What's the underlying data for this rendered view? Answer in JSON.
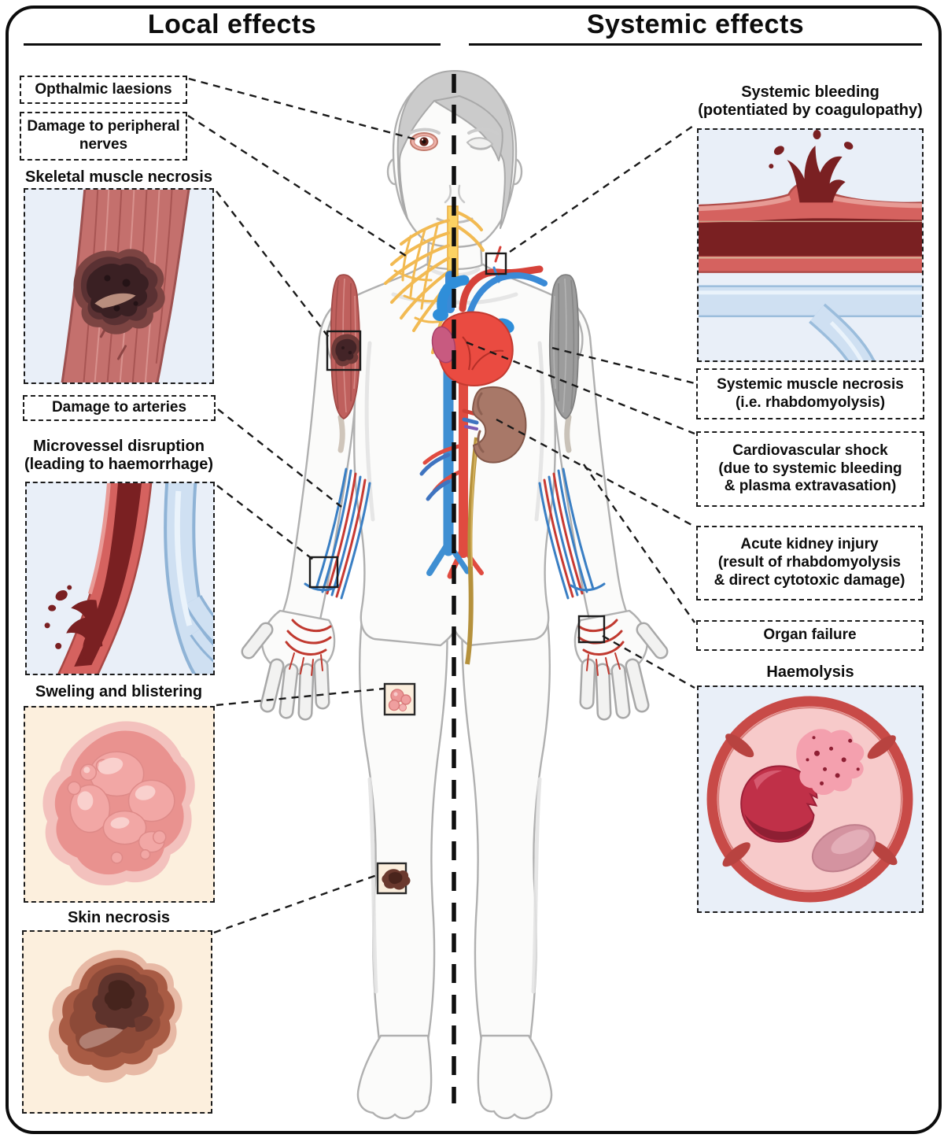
{
  "titles": {
    "local": "Local effects",
    "systemic": "Systemic effects"
  },
  "local": {
    "ophthalmic": [
      "Opthalmic laesions"
    ],
    "peripheral_nerves": [
      "Damage to peripheral",
      "nerves"
    ],
    "skeletal_muscle_necrosis": [
      "Skeletal muscle necrosis"
    ],
    "damage_to_arteries": [
      "Damage to arteries"
    ],
    "microvessel_disruption": [
      "Microvessel disruption",
      "(leading to haemorrhage)"
    ],
    "swelling_blistering": [
      "Sweling and blistering"
    ],
    "skin_necrosis": [
      "Skin necrosis"
    ]
  },
  "systemic": {
    "systemic_bleeding": [
      "Systemic bleeding",
      "(potentiated by coagulopathy)"
    ],
    "muscle_necrosis": [
      "Systemic muscle necrosis",
      "(i.e. rhabdomyolysis)"
    ],
    "cardiovascular_shock": [
      "Cardiovascular shock",
      "(due to systemic bleeding",
      "& plasma extravasation)"
    ],
    "acute_kidney_injury": [
      "Acute kidney injury",
      "(result of rhabdomyolysis",
      "& direct cytotoxic damage)"
    ],
    "organ_failure": [
      "Organ failure"
    ],
    "haemolysis": [
      "Haemolysis"
    ]
  },
  "palette": {
    "inset_blue_bg": "#e9eff8",
    "inset_cream_bg": "#fcefdd",
    "artery_wall_red": "#d5625f",
    "blood_dark_red": "#7a2022",
    "vein_light_blue": "#cfe0f2",
    "muscle_red": "#c4706d",
    "muscle_gray": "#9c9c9c",
    "necrosis_dark": "#3a2023",
    "nerve_yellow": "#f3bd55",
    "heart_red": "#ea4b41",
    "vessel_blue": "#3a8ad6",
    "kidney_brown": "#a87868",
    "body_outline_gray": "#b0b0b0"
  }
}
